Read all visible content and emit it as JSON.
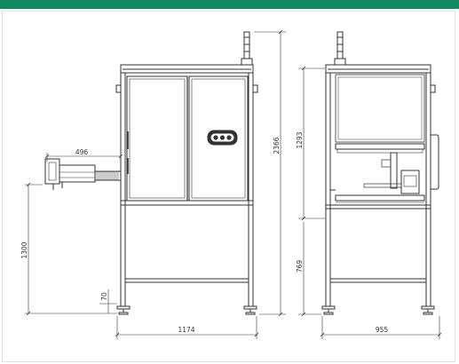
{
  "header": {
    "accent_color": "#0f8a5f"
  },
  "drawing": {
    "line_color": "#333333",
    "front_view": {
      "dims": {
        "conveyor_length": "496",
        "conveyor_height": "1300",
        "foot_height": "70",
        "width": "1174"
      }
    },
    "side_view": {
      "dims": {
        "total_height": "2366",
        "upper_height": "1293",
        "lower_height": "769",
        "depth": "955"
      }
    }
  }
}
